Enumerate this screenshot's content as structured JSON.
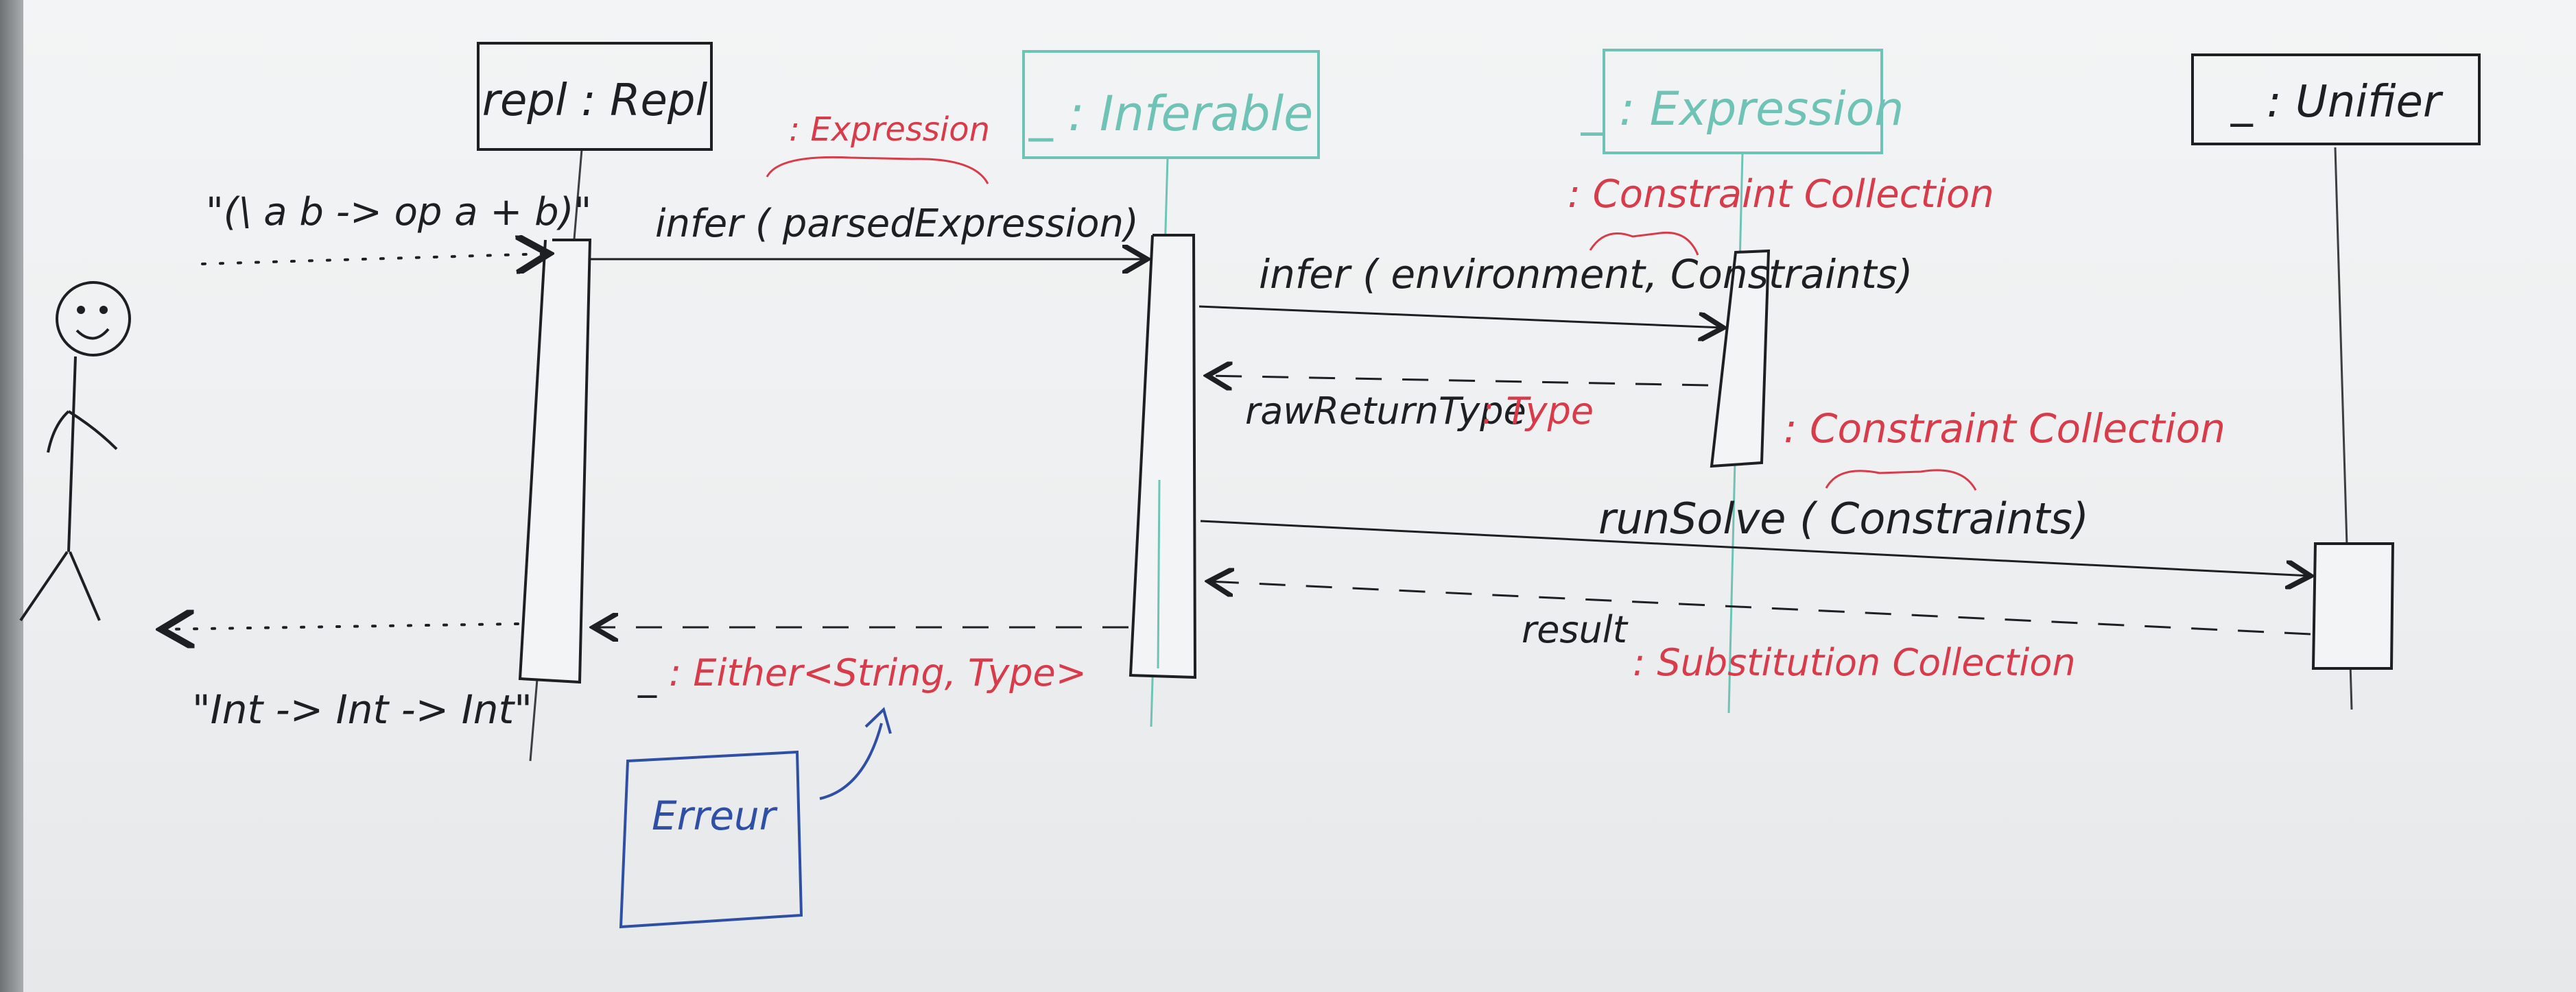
{
  "colors": {
    "ink_black": "#1d1f22",
    "ink_red": "#d83c4a",
    "ink_teal": "#6fc3b6",
    "ink_blue": "#2f4fa4"
  },
  "participants": {
    "actor": {
      "icon": "stick-figure-icon"
    },
    "repl": {
      "label": "repl : Repl"
    },
    "inferable": {
      "label": "_ : Inferable"
    },
    "expression": {
      "label": "_ : Expression"
    },
    "unifier": {
      "label": "_ : Unifier"
    }
  },
  "messages": {
    "input": {
      "text": "\"(\\ a b -> op a + b)\""
    },
    "infer1": {
      "text": "infer ( parsedExpression)",
      "annotation": ": Expression"
    },
    "infer2": {
      "text": "infer ( environment, Constraints)",
      "annotation": ": Constraint Collection"
    },
    "raw_return": {
      "name": "rawReturnType",
      "type": ": Type"
    },
    "run_solve": {
      "text": "runSolve ( Constraints)",
      "annotation": ": Constraint Collection"
    },
    "result": {
      "name": "result",
      "type": ": Substitution Collection"
    },
    "either": {
      "name": "_",
      "type": ": Either<String, Type>"
    },
    "output": {
      "text": "\"Int -> Int -> Int\""
    }
  },
  "note": {
    "text": "Erreur"
  }
}
